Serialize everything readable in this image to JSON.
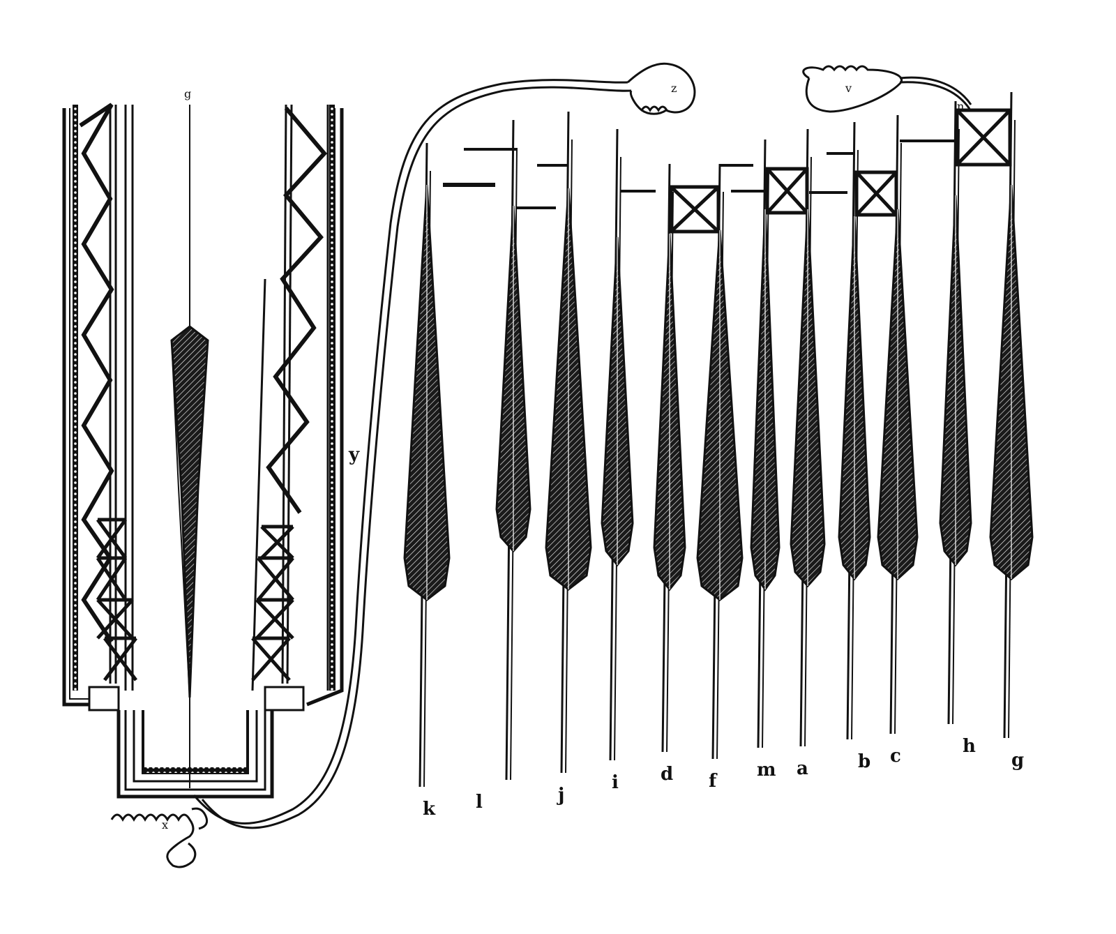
{
  "figure": {
    "label_g_top": "g",
    "label_y": "y",
    "label_x": "x",
    "label_z": "z",
    "label_v": "v",
    "label_n": "n"
  },
  "rods": [
    {
      "label": "k"
    },
    {
      "label": "l"
    },
    {
      "label": "j"
    },
    {
      "label": "i"
    },
    {
      "label": "d"
    },
    {
      "label": "f"
    },
    {
      "label": "m"
    },
    {
      "label": "a"
    },
    {
      "label": "b"
    },
    {
      "label": "c"
    },
    {
      "label": "h"
    },
    {
      "label": "g"
    }
  ],
  "colors": {
    "ink": "#111111",
    "paper": "#ffffff"
  }
}
